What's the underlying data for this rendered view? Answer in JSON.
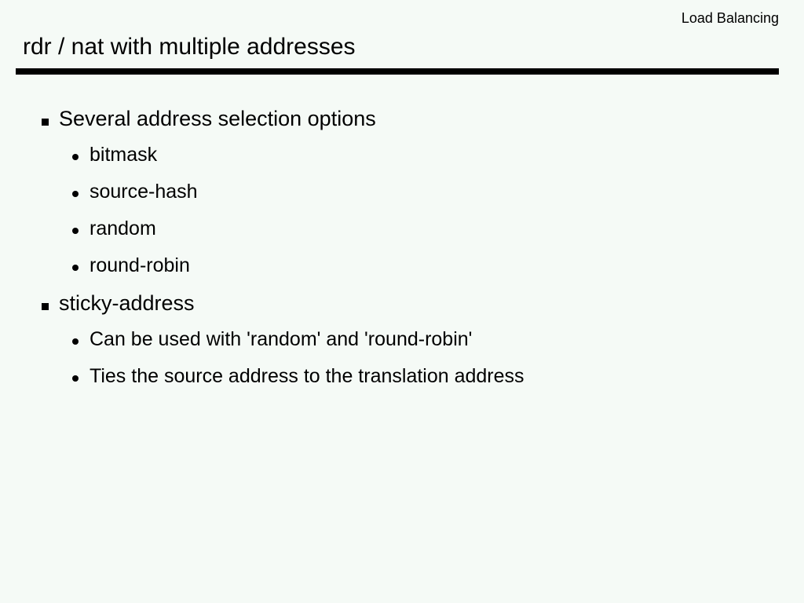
{
  "slide": {
    "deck_label": "Load Balancing",
    "title": "rdr / nat with multiple addresses",
    "background_color": "#f5faf6",
    "text_color": "#000000",
    "rule_color": "#000000",
    "bullets": [
      {
        "level": 1,
        "marker": "square-bullet-icon",
        "text": "Several address selection options"
      },
      {
        "level": 2,
        "marker": "round-bullet-icon",
        "text": "bitmask"
      },
      {
        "level": 2,
        "marker": "round-bullet-icon",
        "text": "source-hash"
      },
      {
        "level": 2,
        "marker": "round-bullet-icon",
        "text": "random"
      },
      {
        "level": 2,
        "marker": "round-bullet-icon",
        "text": "round-robin"
      },
      {
        "level": 1,
        "marker": "square-bullet-icon",
        "text": "sticky-address"
      },
      {
        "level": 2,
        "marker": "round-bullet-icon",
        "text": "Can be used with 'random' and 'round-robin'"
      },
      {
        "level": 2,
        "marker": "round-bullet-icon",
        "text": "Ties the source address to the translation address"
      }
    ]
  }
}
